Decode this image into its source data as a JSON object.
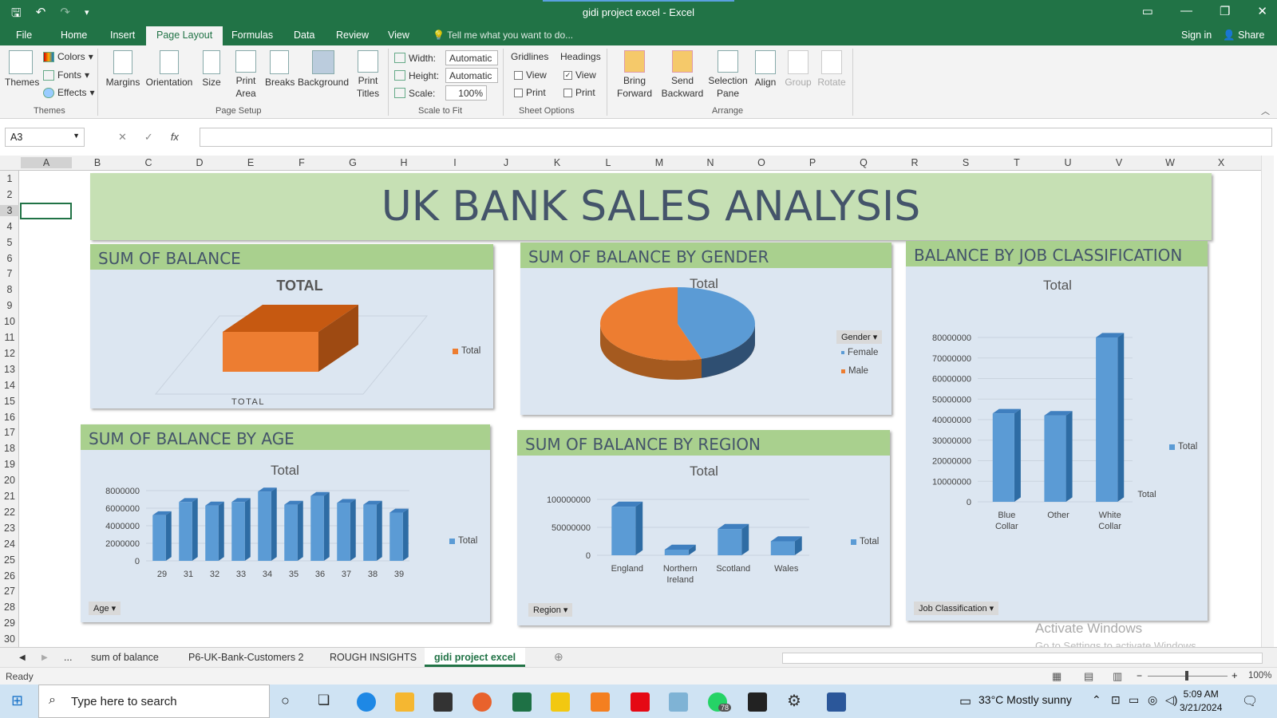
{
  "window": {
    "title": "gidi project excel - Excel",
    "sign_in": "Sign in",
    "share": "Share"
  },
  "ribbon_tabs": [
    "File",
    "Home",
    "Insert",
    "Page Layout",
    "Formulas",
    "Data",
    "Review",
    "View"
  ],
  "tell_me": "Tell me what you want to do...",
  "ribbon": {
    "themes": {
      "big": "Themes",
      "colors": "Colors",
      "fonts": "Fonts",
      "effects": "Effects",
      "group": "Themes"
    },
    "page_setup": {
      "margins": "Margins",
      "orientation": "Orientation",
      "size": "Size",
      "print_area_1": "Print",
      "print_area_2": "Area",
      "breaks": "Breaks",
      "background": "Background",
      "print_titles_1": "Print",
      "print_titles_2": "Titles",
      "group": "Page Setup"
    },
    "scale": {
      "width_label": "Width:",
      "width_value": "Automatic",
      "height_label": "Height:",
      "height_value": "Automatic",
      "scale_label": "Scale:",
      "scale_value": "100%",
      "group": "Scale to Fit"
    },
    "sheet_options": {
      "gridlines": "Gridlines",
      "headings": "Headings",
      "view": "View",
      "print": "Print",
      "group": "Sheet Options",
      "headings_view_checked": true
    },
    "arrange": {
      "bring_1": "Bring",
      "bring_2": "Forward",
      "send_1": "Send",
      "send_2": "Backward",
      "selection_1": "Selection",
      "selection_2": "Pane",
      "align": "Align",
      "group_btn": "Group",
      "rotate": "Rotate",
      "group": "Arrange"
    }
  },
  "formula_bar": {
    "name_box": "A3",
    "fx": "fx",
    "content": ""
  },
  "columns": [
    "A",
    "B",
    "C",
    "D",
    "E",
    "F",
    "G",
    "H",
    "I",
    "J",
    "K",
    "L",
    "M",
    "N",
    "O",
    "P",
    "Q",
    "R",
    "S",
    "T",
    "U",
    "V",
    "W",
    "X"
  ],
  "rows": [
    "1",
    "2",
    "3",
    "4",
    "5",
    "6",
    "7",
    "8",
    "9",
    "10",
    "11",
    "12",
    "13",
    "14",
    "15",
    "16",
    "17",
    "18",
    "19",
    "20",
    "21",
    "22",
    "23",
    "24",
    "25",
    "26",
    "27",
    "28",
    "29",
    "30"
  ],
  "dashboard": {
    "title": "UK BANK SALES ANALYSIS",
    "panels": {
      "balance": {
        "heading": "SUM OF BALANCE"
      },
      "gender": {
        "heading": "SUM OF BALANCE BY GENDER",
        "filter": "Gender"
      },
      "job": {
        "heading": "BALANCE BY JOB CLASSIFICATION",
        "filter": "Job Classification"
      },
      "age": {
        "heading": "SUM OF BALANCE BY AGE",
        "filter": "Age"
      },
      "region": {
        "heading": "SUM OF BALANCE BY REGION",
        "filter": "Region"
      }
    }
  },
  "chart_data": [
    {
      "id": "balance",
      "type": "bar",
      "title": "TOTAL",
      "categories": [
        "TOTAL"
      ],
      "series": [
        {
          "name": "Total",
          "values": [
            1
          ]
        }
      ],
      "legend": "right",
      "color": "#ed7d31"
    },
    {
      "id": "gender",
      "type": "pie",
      "title": "Total",
      "categories": [
        "Female",
        "Male"
      ],
      "values": [
        45,
        55
      ],
      "colors": [
        "#5b9bd5",
        "#ed7d31"
      ],
      "legend": "right"
    },
    {
      "id": "job",
      "type": "bar",
      "title": "Total",
      "categories": [
        "Blue Collar",
        "Other",
        "White Collar"
      ],
      "series": [
        {
          "name": "Total",
          "values": [
            43000000,
            42000000,
            80000000
          ]
        }
      ],
      "y_ticks": [
        "0",
        "10000000",
        "20000000",
        "30000000",
        "40000000",
        "50000000",
        "60000000",
        "70000000",
        "80000000"
      ],
      "ylim": [
        0,
        80000000
      ],
      "xlabel": "Total",
      "legend": "right",
      "color": "#5b9bd5"
    },
    {
      "id": "age",
      "type": "bar",
      "title": "Total",
      "categories": [
        "29",
        "31",
        "32",
        "33",
        "34",
        "35",
        "36",
        "37",
        "38",
        "39"
      ],
      "series": [
        {
          "name": "Total",
          "values": [
            5200000,
            6700000,
            6300000,
            6700000,
            7900000,
            6400000,
            7400000,
            6600000,
            6400000,
            5500000
          ]
        }
      ],
      "y_ticks": [
        "0",
        "2000000",
        "4000000",
        "6000000",
        "8000000"
      ],
      "ylim": [
        0,
        8000000
      ],
      "legend": "right",
      "color": "#5b9bd5"
    },
    {
      "id": "region",
      "type": "bar",
      "title": "Total",
      "categories": [
        "England",
        "Northern Ireland",
        "Scotland",
        "Wales"
      ],
      "series": [
        {
          "name": "Total",
          "values": [
            87000000,
            10000000,
            47000000,
            25000000
          ]
        }
      ],
      "y_ticks": [
        "0",
        "50000000",
        "100000000"
      ],
      "ylim": [
        0,
        100000000
      ],
      "legend": "right",
      "color": "#5b9bd5"
    }
  ],
  "watermark": {
    "line1": "Activate Windows",
    "line2": "Go to Settings to activate Windows."
  },
  "sheet_tabs": [
    "...",
    "sum of balance",
    "P6-UK-Bank-Customers 2",
    "ROUGH INSIGHTS",
    "gidi project excel"
  ],
  "status": {
    "ready": "Ready",
    "zoom": "100%"
  },
  "taskbar": {
    "search_placeholder": "Type here to search",
    "weather": "33°C  Mostly sunny",
    "time": "5:09 AM",
    "date": "3/21/2024",
    "whatsapp_badge": "78"
  }
}
